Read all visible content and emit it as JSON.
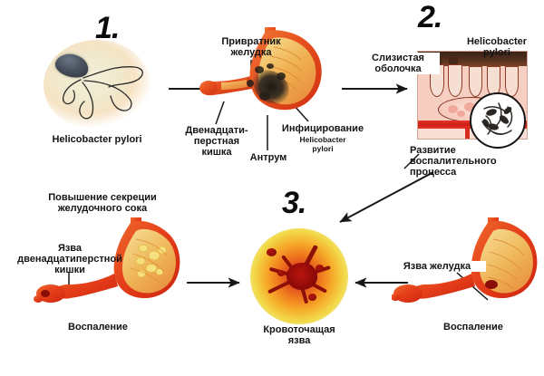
{
  "figure": {
    "title": "Patogenez yazvennoy bolezni - Helicobacter pylori",
    "background": "#ffffff",
    "text_color": "#141414",
    "accent_red": "#cf1f16",
    "accent_orange": "#ef7a1d",
    "accent_yellow": "#f2d94a"
  },
  "steps": {
    "one": "1.",
    "two": "2.",
    "three": "3."
  },
  "step1": {
    "bacterium_caption": "Helicobacter pylori",
    "pylorus_label": "Привратник\nжелудка",
    "duodenum_label": "Двенадцати-\nперстная\nкишка",
    "antrum_label": "Антрум",
    "infection_label": "Инфицирование",
    "infection_sub_label": "Helicobacter\npylori"
  },
  "step2": {
    "mucosa_label": "Слизистая\nоболочка",
    "hp_inset_caption": "Helicobacter\npylori",
    "inflammation_label": "Развитие\nвоспалительного\nпроцесса"
  },
  "step3": {
    "secretion_label": "Повышение секреции\nжелудочного сока",
    "duodenal_ulcer_label": "Язва\nдвенадцатиперстной\nкишки",
    "inflammation_left_label": "Воспаление",
    "bleeding_ulcer_label": "Кровоточащая\nязва",
    "gastric_ulcer_label": "Язва желудка",
    "inflammation_right_label": "Воспаление"
  },
  "icons": {
    "bacterium": "helicobacter-bacterium-icon",
    "stomach": "stomach-anatomy-icon",
    "mucosa": "mucosa-cross-section-icon",
    "bleeding_ulcer": "bleeding-ulcer-icon",
    "arrow": "arrow-icon"
  }
}
